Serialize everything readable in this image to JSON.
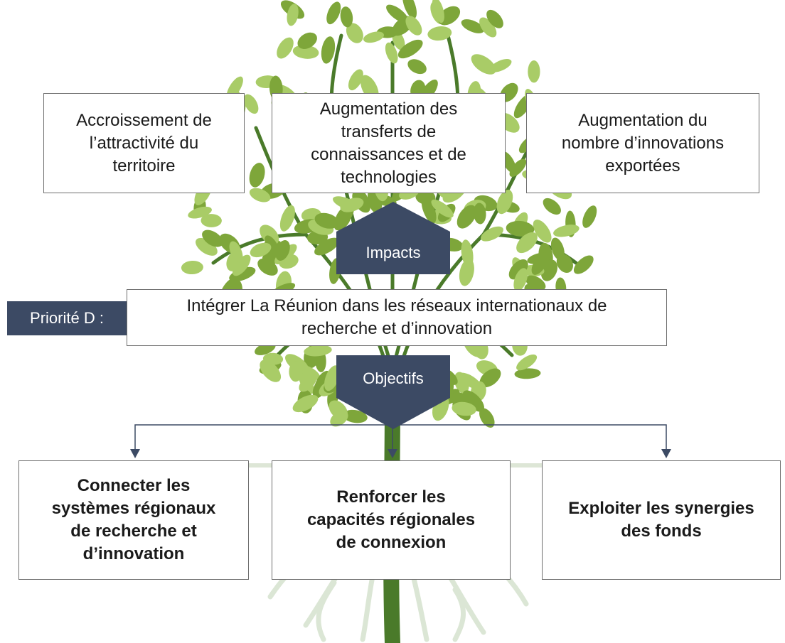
{
  "colors": {
    "leaf_dark": "#7ea63a",
    "leaf_light": "#a9cc67",
    "branch": "#4a7a2a",
    "root": "#dbe6d5",
    "tag_fill": "#3c4a64",
    "connector": "#3c4a64"
  },
  "impacts": [
    {
      "text": "Accroissement de\nl’attractivité du\nterritoire"
    },
    {
      "text": "Augmentation des\ntransferts de\nconnaissances et de\ntechnologies"
    },
    {
      "text": "Augmentation du\nnombre d’innovations\nexportées"
    }
  ],
  "impacts_label": "Impacts",
  "priority": {
    "label": "Priorité D :",
    "text": "Intégrer La Réunion dans les réseaux internationaux de\nrecherche et d’innovation"
  },
  "objectives_label": "Objectifs",
  "objectives": [
    {
      "text": "Connecter les\nsystèmes régionaux\nde recherche et\nd’innovation"
    },
    {
      "text": "Renforcer les\ncapacités régionales\nde connexion"
    },
    {
      "text": "Exploiter les synergies\ndes fonds"
    }
  ]
}
